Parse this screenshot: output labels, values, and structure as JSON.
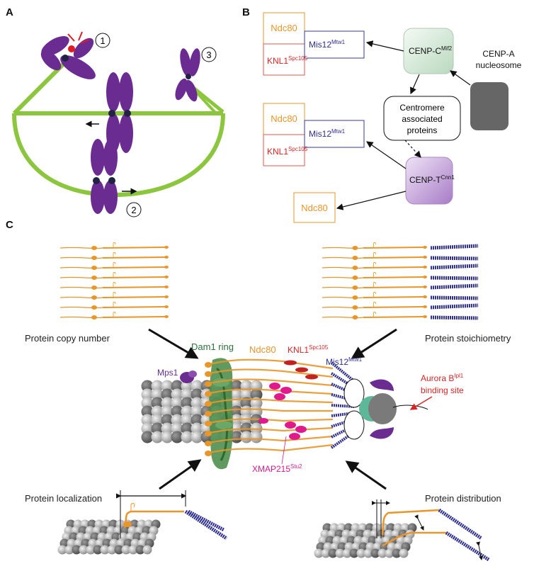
{
  "panels": {
    "a": "A",
    "b": "B",
    "c": "C"
  },
  "panel_a": {
    "step1": "1",
    "step2": "2",
    "step3": "3"
  },
  "panel_b": {
    "ndc80": "Ndc80",
    "knl1": "KNL1",
    "knl1_sup": "Spc105",
    "mis12": "Mis12",
    "mis12_sup": "Mtw1",
    "cenpc": "CENP-C",
    "cenpc_sup": "Mif2",
    "cenpa_line1": "CENP-A",
    "cenpa_line2": "nucleosome",
    "cap_line1": "Centromere",
    "cap_line2": "associated",
    "cap_line3": "proteins",
    "cenpt": "CENP-T",
    "cenpt_sup": "Cnn1"
  },
  "panel_c": {
    "copy_number": "Protein copy number",
    "stoichiometry": "Protein stoichiometry",
    "localization": "Protein localization",
    "distribution": "Protein distribution",
    "dam1": "Dam1 ring",
    "ndc80": "Ndc80",
    "knl1": "KNL1",
    "knl1_sup": "Spc105",
    "mis12": "Mis12",
    "mis12_sup": "Mtw1",
    "mps1": "Mps1",
    "aurora_line1": "Aurora B",
    "aurora_sup": "Ipl1",
    "aurora_line2": "binding site",
    "xmap": "XMAP215",
    "xmap_sup": "Stu2"
  },
  "colors": {
    "spindle": "#8cc63f",
    "chromosome": "#6a2c91",
    "orange": "#e8962a",
    "red": "#d52525",
    "navy": "#2f2f8f",
    "green": "#4f8f4f",
    "magenta": "#e0198c"
  }
}
